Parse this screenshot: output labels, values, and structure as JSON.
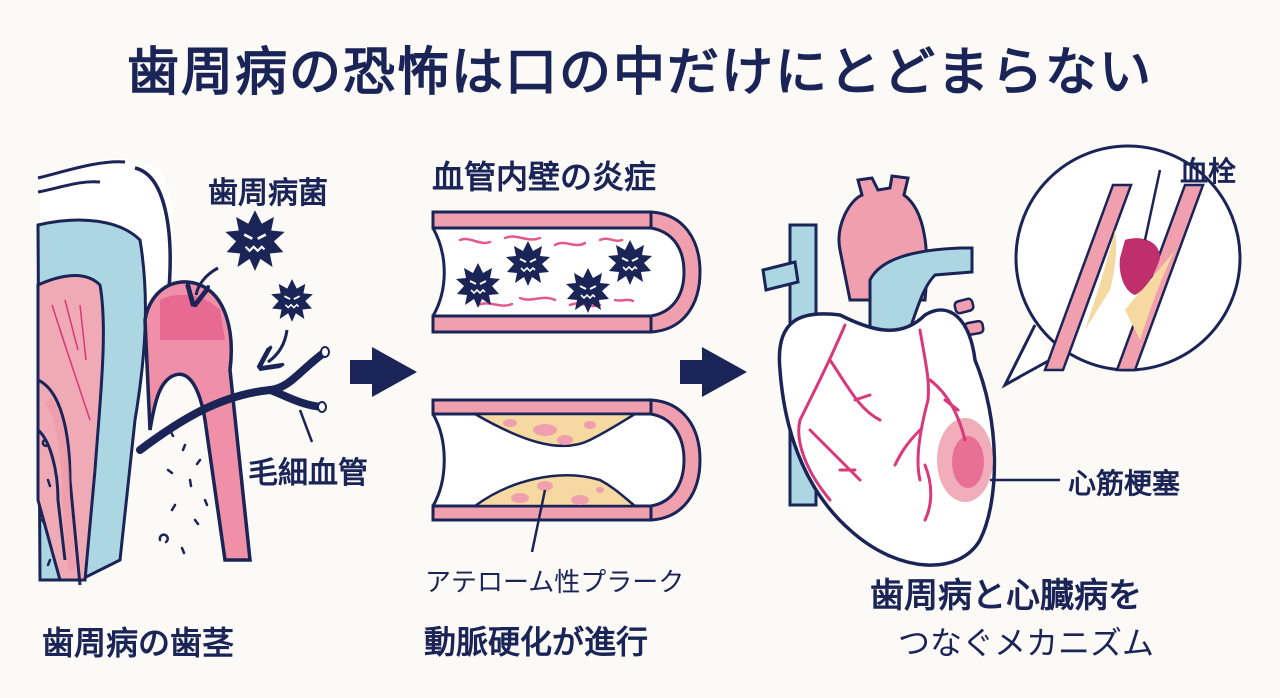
{
  "title": "歯周病の恐怖は口の中だけにとどまらない",
  "panels": {
    "gum": {
      "bacteria_label": "歯周病菌",
      "capillary_label": "毛細血管",
      "caption": "歯周病の歯茎"
    },
    "artery": {
      "inflammation_label": "血管内壁の炎症",
      "plaque_label": "アテローム性プラーク",
      "caption": "動脈硬化が進行"
    },
    "heart": {
      "thrombus_label": "血栓",
      "infarction_label": "心筋梗塞",
      "caption_line1": "歯周病と心臓病を",
      "caption_line2": "つなぐメカニズム"
    }
  },
  "colors": {
    "ink": "#1b2457",
    "pink": "#ee9aa8",
    "deep_pink": "#d9387a",
    "light_blue": "#add6e3",
    "plaque_yellow": "#f6d9a0",
    "background": "#fbfaf6"
  }
}
